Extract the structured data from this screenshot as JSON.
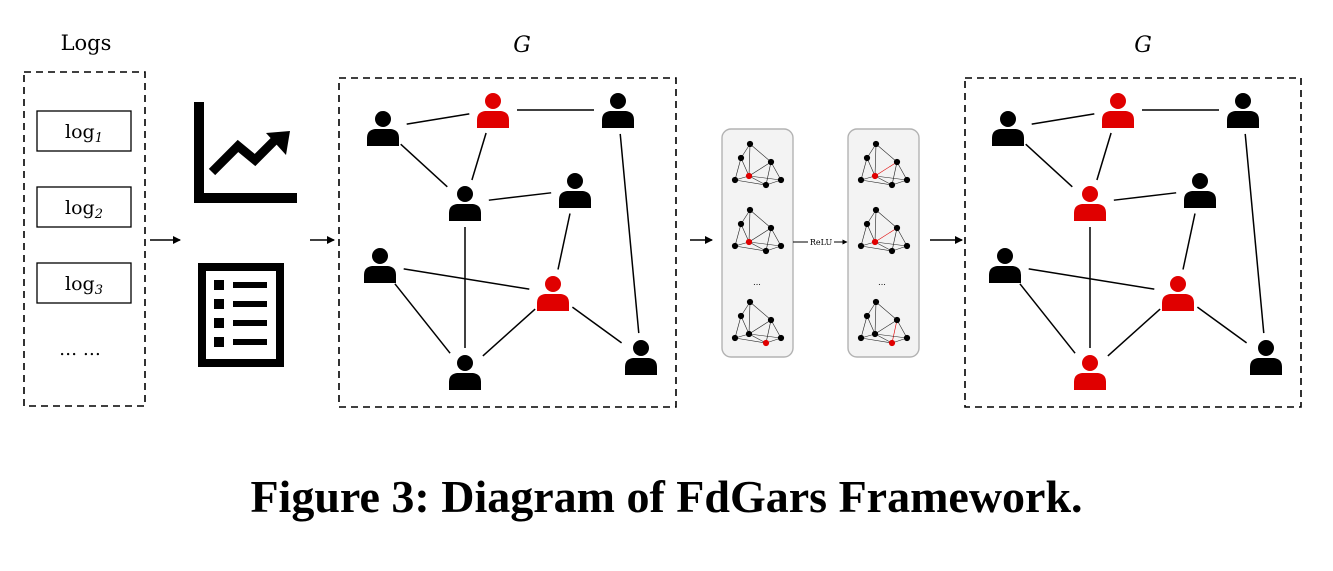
{
  "logs_panel": {
    "title": "Logs",
    "items": [
      {
        "base": "log",
        "sub": "1"
      },
      {
        "base": "log",
        "sub": "2"
      },
      {
        "base": "log",
        "sub": "3"
      }
    ],
    "ellipsis": "… …"
  },
  "graph_in": {
    "label": "G"
  },
  "graph_out": {
    "label": "G"
  },
  "gnn": {
    "activation_label": "ReLU",
    "ellipsis": "..."
  },
  "caption": "Figure 3: Diagram of FdGars Framework.",
  "colors": {
    "normal": "#000000",
    "fraud": "#e00000"
  },
  "icons": [
    "trend-chart-icon",
    "checklist-icon",
    "user-icon"
  ]
}
